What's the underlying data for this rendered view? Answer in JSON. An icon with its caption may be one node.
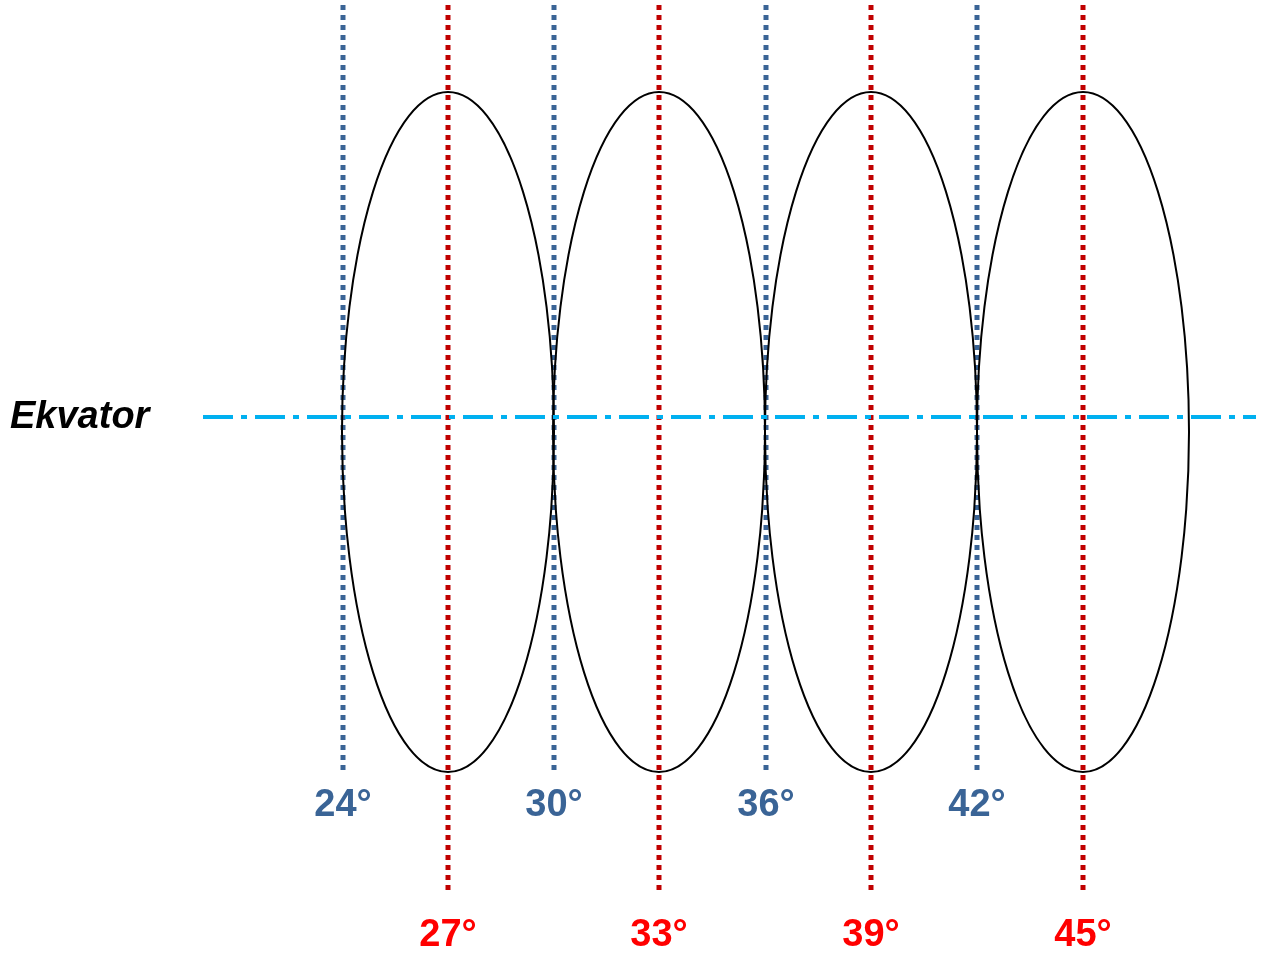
{
  "diagram": {
    "labels": [
      "Ekvator",
      "24°",
      "30°",
      "36°",
      "42°",
      "27°",
      "33°",
      "39°",
      "45°"
    ]
  }
}
